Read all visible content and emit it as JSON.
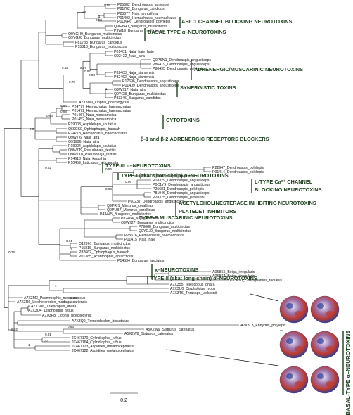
{
  "tree": {
    "leaves": [
      "P25682_Dendroaspis_jamesoni",
      "P81782_Bungarus_candidus",
      "P25677_Naja_annulifera",
      "P01402_Hemachatus_haemachatus",
      "P0DKR6_Dendroaspis_polylepis",
      "Q9GYH0_Bungarus_multicinctus",
      "P9W19_Bungarus_multicinctus",
      "Q9YGH9_Bungarus_multicinctus",
      "Q9YGJ0_Bungarus_multicinctus",
      "P81783_Bungarus_candidus",
      "P15818_Bungarus_multicinctus",
      "P01401_Naja_haje_haje",
      "O93422_Naja_atra",
      "Q9PSN1_Dendroaspis_angusticeps",
      "P86419_Dendroaspis_angusticeps",
      "P80495_Dendroaspis_polylepis",
      "P82463_Naja_siamensis",
      "P82462_Naja_siamensis",
      "P17696_Dendroaspis_angusticeps",
      "P01409_Dendroaspis_angusticeps",
      "Q9W717_Naja_atra",
      "Q9YGI8_Bungarus_multicinctus",
      "P83346_Bungarus_candidus",
      "A7X3M9_Liophis_poecilogyrus",
      "P24777_Hemachatus_haemachatus",
      "P01471_Hemachatus_haemachatus",
      "P01467_Naja_mossambica",
      "P01452_Naja_mossambica",
      "P19003_Aspidelaps_scutatus",
      "Q69CK0_Ophiophagus_hannah",
      "P24778_Hemachatus_haemachatus",
      "Q9W7I6_Naja_atra",
      "Q91996_Naja_atra",
      "P19004_Aspidelaps_scutatus",
      "Q9W7J9_Pseudonaja_textilis",
      "Q9W7K0_Pseudonaja_textilis",
      "P14613_Naja_kaouthia",
      "P10459_Laticauda_laticaudata",
      "P22947_Dendroaspis_polylepis",
      "P01414_Dendroaspis_polylepis",
      "P01406_Dendroaspis_angusticeps",
      "P18329_Dendroaspis_angusticeps",
      "P0C1Y9_Dendroaspis_angusticeps",
      "P25681_Dendroaspis_polylepis",
      "P81946_Dendroaspis_angusticeps",
      "P28375_Dendroaspis_jamesoni",
      "P60237_Dendroaspis_angusticeps",
      "Q9PRI1_Micrurus_corallinus",
      "Q9PUB7_Micrurus_corallinus",
      "P43445_Bungarus_multicinctus",
      "P82464_Naja_kaouthia",
      "Q9W727_Bungarus_multicinctus",
      "P79688_Bungarus_multicinctus",
      "Q9YGJ0_Bungarus_multicinctus",
      "P25676_Hemachatus_haemachatus",
      "P01415_Naja_haje",
      "O12961_Bungarus_multicinctus",
      "P15816_Bungarus_multicinctus",
      "P82662_Ophiophagus_hannah",
      "P01385_Acanthophis_antarcticus",
      "P14534_Bungarus_fasciatus",
      "A0S865_Boiga_irregularis",
      "A0S864_Boiga_irregularis",
      "P83490_Coelognathus_radiatus",
      "A7X355_Telescopus_dhara",
      "A7X3U0_Dispholidus_typus",
      "A7X3T6_Thrasops_jacksonii",
      "A7X3M3_Psammophis_mossambicus",
      "A7X3R6_Leioheterodon_madagascariensis",
      "A7X3N6_Telescopus_dhara",
      "A7X3Q4_Dispholidus_typus",
      "A7X3P8_Liophis_poecilogyrus",
      "A7X3Q9_Trimorphodon_biscutatus",
      "A7X3L3_Enhydris_polylepis",
      "A5X2W9_Sistrurus_catenatus",
      "A5X2W8_Sistrurus_catenatus",
      "JX467170_Cylindrophis_ruffus",
      "JX467164_Cylindrophis_ruffus",
      "JX467123_Aspidites_melanocephalus",
      "JX467122_Aspidites_melanocephalus"
    ],
    "bootstrap": [
      "0.99",
      "0.5",
      "1",
      "0.98",
      "0.87",
      "0.87",
      "0.78",
      "0.93",
      "1",
      "0.52",
      "0.84",
      "0.98",
      "0.94",
      "0.5",
      "0.52",
      "0.86",
      "0.56",
      "0.88",
      "0.61",
      "1",
      "0.79",
      "1",
      "0.99",
      "0.62",
      "0.96",
      "0.81",
      "0.77",
      "1"
    ],
    "groups": [
      "ASIC1 CHANNEL BLOCKING NEUROTOXINS",
      "BASAL TYPE α–NEUROTOXINS",
      "ADRENERGIC/MUSCARINIC NEUROTOXINS",
      "SYNERGISTIC TOXINS",
      "CYTOTOXINS",
      "β-1 and β-2 ADRENERGIC RECEPTORS BLOCKERS",
      "TYPE-III α–NEUROTOXINS",
      "TYPE-I (aka: short-chain) α–NEUROTOXINS",
      "L-TYPE Ca²⁺ CHANNEL",
      "BLOCKING NEUROTOXINS",
      "ACETYLCHOLINESTERASE INHIBITING NEUROTOXINS",
      "PLATELET INHIBITORS",
      "TYPE-B MUSCARINIC NEUROTOXINS",
      "κ–NEUROTOXINS",
      "TYPE-II (aka: long-chain) α–NEUROTOXINS"
    ],
    "side_label": "BASAL-TYPE α–NEUROTOXINS",
    "scale_label": "0.2",
    "colors": {
      "group_text": "#1f3f1f",
      "branch": "#111111"
    }
  }
}
